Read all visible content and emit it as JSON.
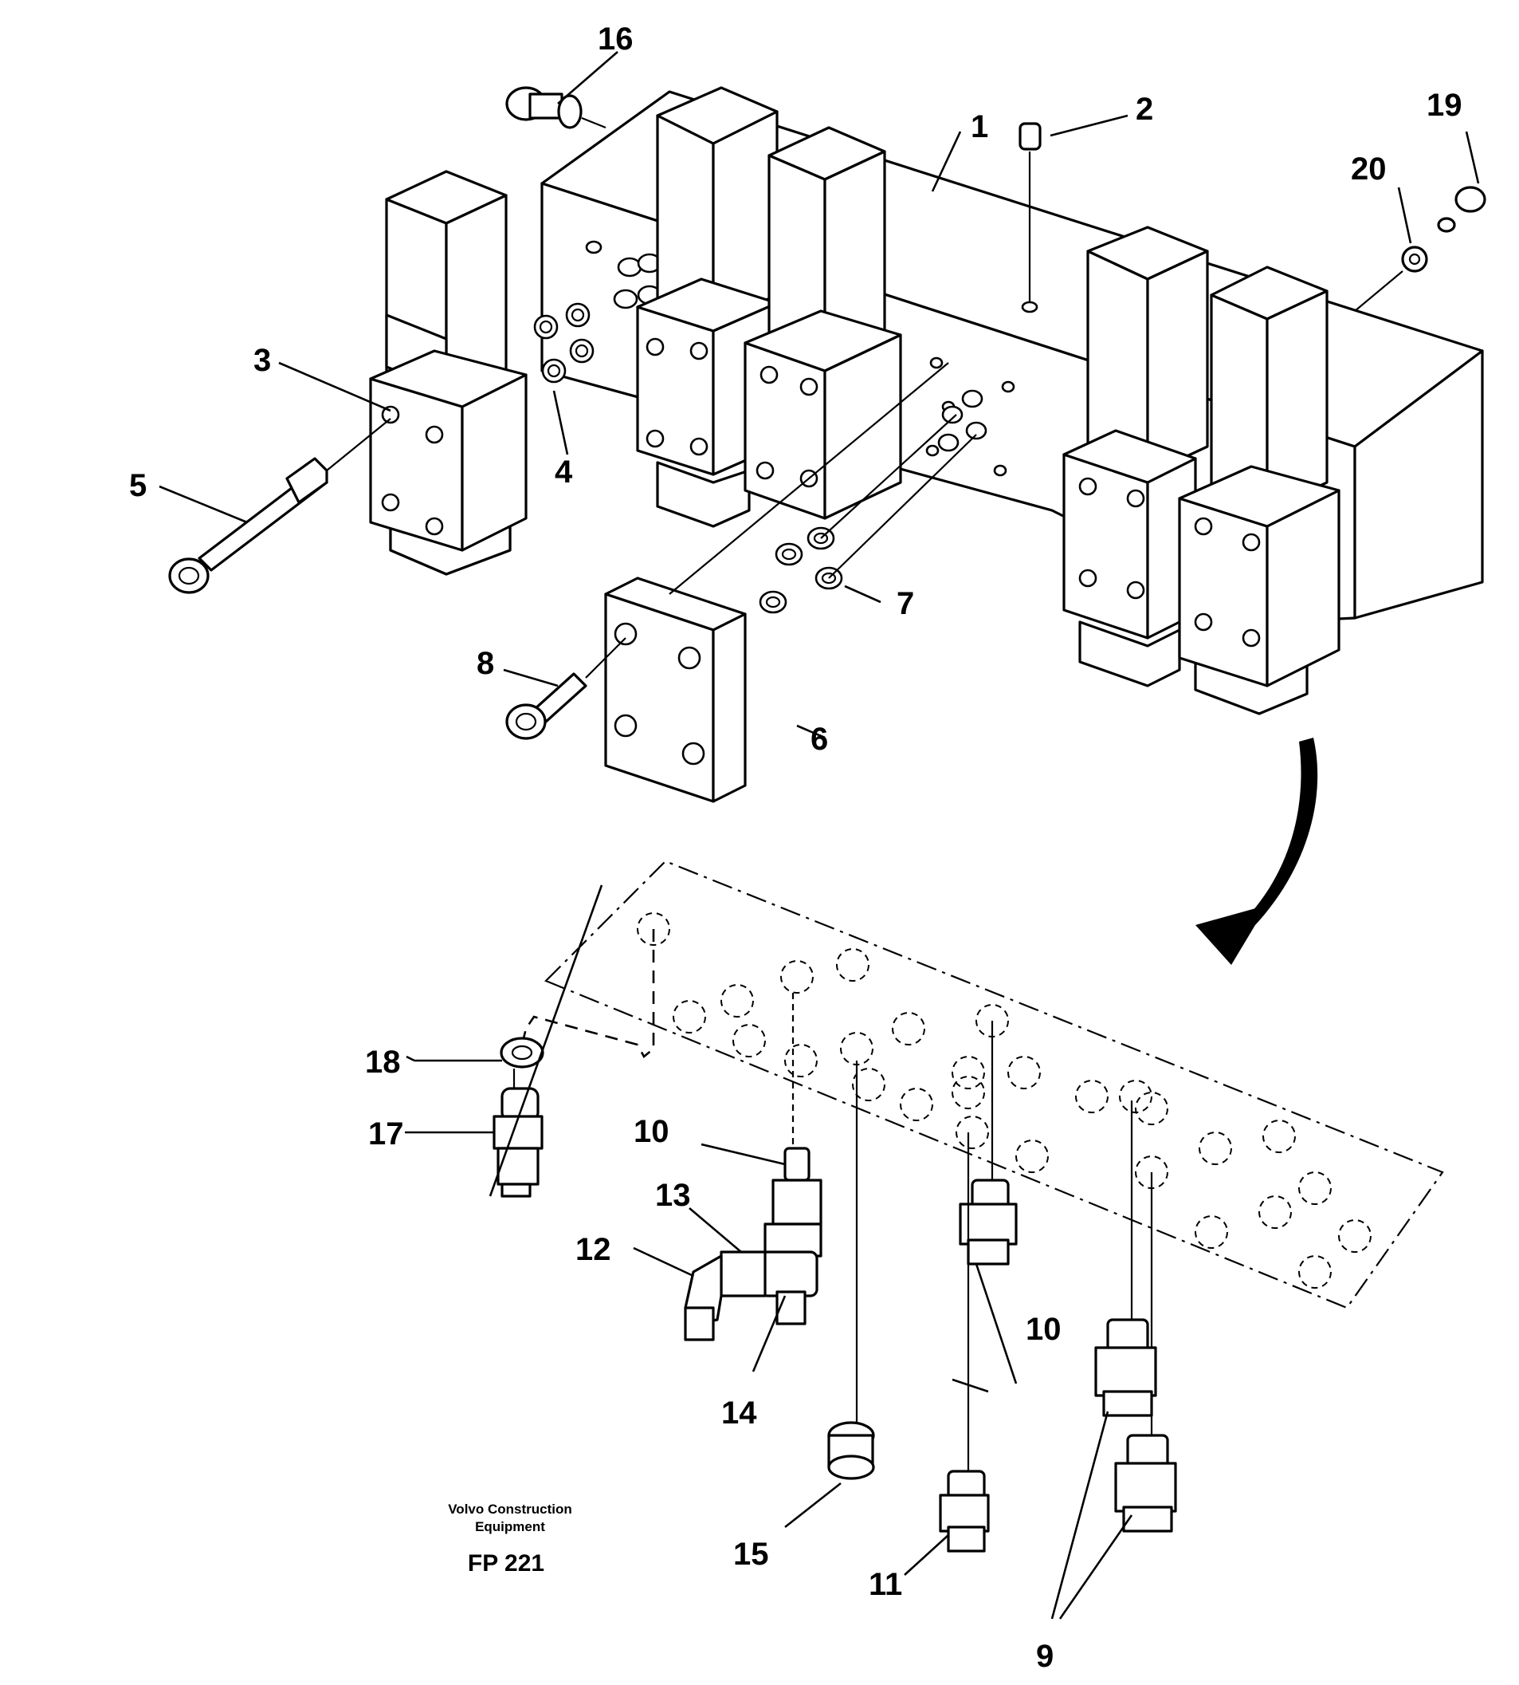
{
  "callouts": {
    "c1": "1",
    "c2": "2",
    "c3": "3",
    "c4": "4",
    "c5": "5",
    "c6": "6",
    "c7": "7",
    "c8": "8",
    "c9": "9",
    "c10a": "10",
    "c10b": "10",
    "c11": "11",
    "c12": "12",
    "c13": "13",
    "c14": "14",
    "c15": "15",
    "c16": "16",
    "c17": "17",
    "c18": "18",
    "c19": "19",
    "c20": "20"
  },
  "caption": {
    "line1": "Volvo Construction",
    "line2": "Equipment",
    "code": "FP 221"
  }
}
